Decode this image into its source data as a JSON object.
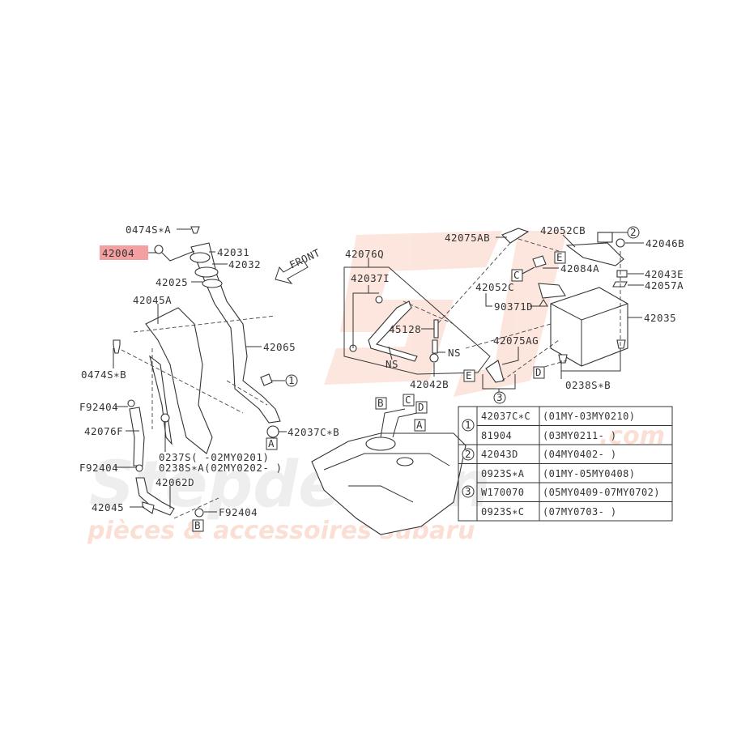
{
  "watermark": {
    "logo": "SD",
    "name": "Stepdesign",
    "domain": ".com",
    "tagline": "pièces & accessoires subaru",
    "color": "#f4a58a"
  },
  "highlight_color": "#f08080",
  "front_label": "FRONT",
  "labels": {
    "p0474SA": "0474S∗A",
    "p42004": "42004",
    "p42031": "42031",
    "p42032": "42032",
    "p42025": "42025",
    "p42045A": "42045A",
    "p42065": "42065",
    "p0474SB": "0474S∗B",
    "pF92404a": "F92404",
    "p42076F": "42076F",
    "pF92404b": "F92404",
    "p0237S": "0237S(    -02MY0201)",
    "p0238SA": "0238S∗A(02MY0202-    )",
    "p42062D": "42062D",
    "p42045": "42045",
    "pF92404c": "F92404",
    "p42037CB": "42037C∗B",
    "p42075AB": "42075AB",
    "p42052CB": "42052CB",
    "p42046B": "42046B",
    "p42076Q": "42076Q",
    "p42037I": "42037I",
    "p42084A": "42084A",
    "p42052C": "42052C",
    "p42043E": "42043E",
    "p42057A": "42057A",
    "p90371D": "90371D",
    "p42035": "42035",
    "p45128": "45128",
    "p42075AG": "42075AG",
    "pNS1": "NS",
    "pNS2": "NS",
    "p42042B": "42042B",
    "p0238SB": "0238S∗B"
  },
  "ref_boxes": {
    "A": "A",
    "B": "B",
    "C": "C",
    "D": "D",
    "E": "E"
  },
  "callouts": {
    "one": "1",
    "two": "2",
    "three": "3"
  },
  "table": {
    "groups": [
      {
        "ref": "1",
        "rows": [
          {
            "part": "42037C∗C",
            "range": "(01MY-03MY0210)"
          },
          {
            "part": "81904",
            "range": "(03MY0211-      )"
          }
        ]
      },
      {
        "ref": "2",
        "rows": [
          {
            "part": "42043D",
            "range": "(04MY0402-      )"
          }
        ]
      },
      {
        "ref": "3",
        "rows": [
          {
            "part": "0923S∗A",
            "range": "(01MY-05MY0408)"
          },
          {
            "part": "W170070",
            "range": "(05MY0409-07MY0702)"
          },
          {
            "part": "0923S∗C",
            "range": "(07MY0703-      )"
          }
        ]
      }
    ]
  }
}
